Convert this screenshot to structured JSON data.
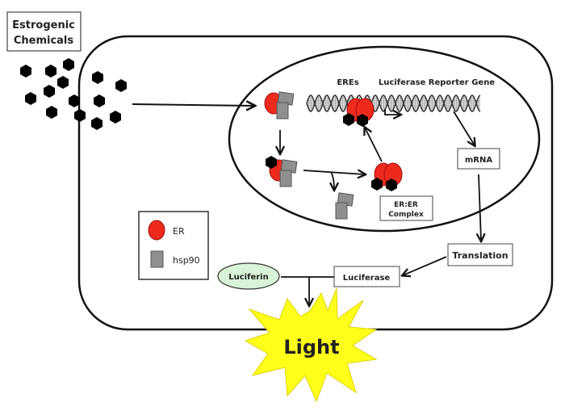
{
  "diagram": {
    "title": "Estrogen receptor luciferase reporter assay pathway",
    "labels": {
      "estrogenic_chemicals_line1": "Estrogenic",
      "estrogenic_chemicals_line2": "Chemicals",
      "eres": "EREs",
      "reporter_gene": "Luciferase Reporter Gene",
      "mrna": "mRNA",
      "er_er_line1": "ER:ER",
      "er_er_line2": "Complex",
      "translation": "Translation",
      "luciferase": "Luciferase",
      "luciferin": "Luciferin",
      "light": "Light"
    },
    "legend": {
      "items": [
        {
          "symbol": "red-ellipse",
          "label": "ER"
        },
        {
          "symbol": "gray-rectangle",
          "label": "hsp90"
        }
      ]
    },
    "colors": {
      "er_red": "#ee2a1c",
      "hsp90_gray": "#8f8f8f",
      "ligand_black": "#000000",
      "luciferin_green": "#d8f3d8",
      "light_yellow": "#ffff1a",
      "dna_gray": "#c9c9c9"
    },
    "flow": [
      "Estrogenic Chemicals -> ER/hsp90 complex (nucleus)",
      "ligand binds ER",
      "hsp90 released",
      "ER:ER Complex",
      "binds EREs",
      "Luciferase Reporter Gene -> mRNA",
      "mRNA -> Translation",
      "Translation -> Luciferase",
      "Luciferin + Luciferase -> Light"
    ]
  }
}
